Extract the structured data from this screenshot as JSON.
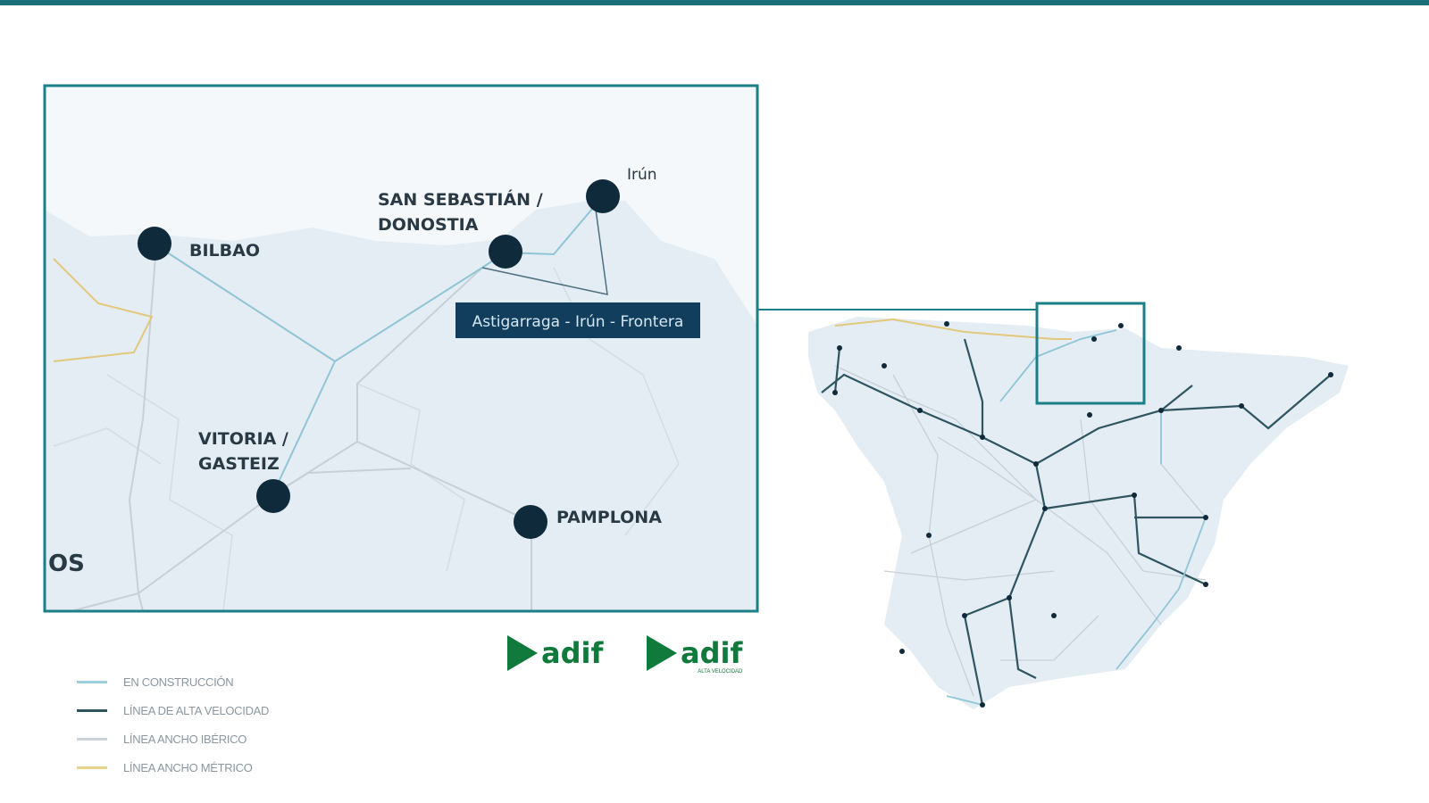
{
  "inset_map": {
    "cities": [
      {
        "id": "bilbao",
        "label": "BILBAO"
      },
      {
        "id": "san-sebastian",
        "label_lines": [
          "SAN SEBASTIÁN /",
          "DONOSTIA"
        ]
      },
      {
        "id": "irun",
        "label": "Irún"
      },
      {
        "id": "vitoria",
        "label_lines": [
          "VITORIA /",
          "GASTEIZ"
        ]
      },
      {
        "id": "pamplona",
        "label": "PAMPLONA"
      }
    ],
    "partial_label": "OS",
    "route_callout": "Astigarraga - Irún - Frontera"
  },
  "legend": [
    {
      "label": "EN CONSTRUCCIÓN",
      "color": "#9fd0e0"
    },
    {
      "label": "LÍNEA DE ALTA VELOCIDAD",
      "color": "#2f5560"
    },
    {
      "label": "LÍNEA ANCHO IBÉRICO",
      "color": "#c9d3d9"
    },
    {
      "label": "LÍNEA ANCHO MÉTRICO",
      "color": "#e8d38a"
    }
  ],
  "logos": [
    {
      "text": "adif"
    },
    {
      "text": "adif",
      "subtitle": "ALTA VELOCIDAD"
    }
  ],
  "colors": {
    "accent": "#1a7f86",
    "land": "#e3edf3",
    "node": "#0f2a3a",
    "callout": "#123e5e",
    "hsl": "#2f5560"
  }
}
